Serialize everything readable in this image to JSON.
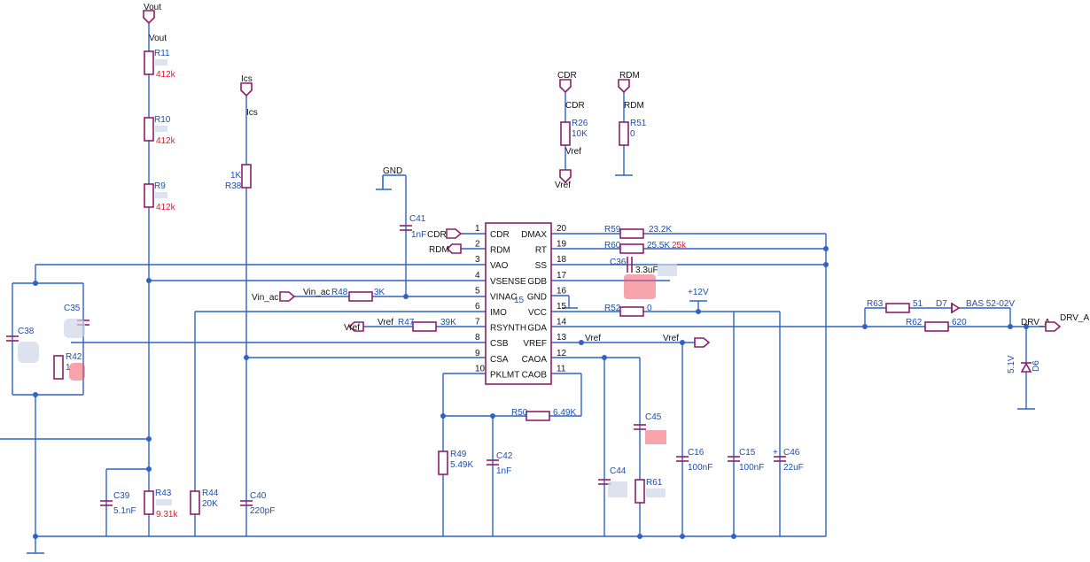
{
  "ic": {
    "left_pins": [
      {
        "num": "1",
        "name": "CDR"
      },
      {
        "num": "2",
        "name": "RDM"
      },
      {
        "num": "3",
        "name": "VAO"
      },
      {
        "num": "4",
        "name": "VSENSE"
      },
      {
        "num": "5",
        "name": "VINAC"
      },
      {
        "num": "6",
        "name": "IMO"
      },
      {
        "num": "7",
        "name": "RSYNTH"
      },
      {
        "num": "8",
        "name": "CSB"
      },
      {
        "num": "9",
        "name": "CSA"
      },
      {
        "num": "10",
        "name": "PKLMT"
      }
    ],
    "right_pins": [
      {
        "num": "20",
        "name": "DMAX"
      },
      {
        "num": "19",
        "name": "RT"
      },
      {
        "num": "18",
        "name": "SS"
      },
      {
        "num": "17",
        "name": "GDB"
      },
      {
        "num": "16",
        "name": "GND"
      },
      {
        "num": "15",
        "name": "VCC"
      },
      {
        "num": "14",
        "name": "GDA"
      },
      {
        "num": "13",
        "name": "VREF"
      },
      {
        "num": "12",
        "name": "CAOA"
      },
      {
        "num": "11",
        "name": "CAOB"
      }
    ],
    "ref": "15"
  },
  "ports": {
    "vout_top": "Vout",
    "vout_net": "Vout",
    "ics_top": "Ics",
    "ics_net": "Ics",
    "gnd": "GND",
    "cdr_top": "CDR",
    "cdr_net": "CDR",
    "vref_a": "Vref",
    "vref_b": "Vref",
    "rdm_top": "RDM",
    "rdm_net": "RDM",
    "cdr_in": "CDR",
    "rdm_in": "RDM",
    "vin_ac_port": "Vin_ac",
    "vin_ac_net": "Vin_ac",
    "vref_port": "Vref",
    "vref_net": "Vref",
    "vref_out_net": "Vref",
    "vref_out_port": "Vref",
    "plus12": "+12V",
    "drv_net": "DRV_A",
    "drv_port": "DRV_A"
  },
  "components": {
    "r11": {
      "ref": "R11",
      "val": "412k"
    },
    "r10": {
      "ref": "R10",
      "val": "412k"
    },
    "r9": {
      "ref": "R9",
      "val": "412k"
    },
    "r38": {
      "ref": "R38",
      "val": "1K"
    },
    "r26": {
      "ref": "R26",
      "val": "10K"
    },
    "r51": {
      "ref": "R51",
      "val": "0"
    },
    "c41": {
      "ref": "C41",
      "val": "1nF"
    },
    "r48": {
      "ref": "R48",
      "val": "3K"
    },
    "r47": {
      "ref": "R47",
      "val": "39K"
    },
    "r59": {
      "ref": "R59",
      "val": "23.2K"
    },
    "r60": {
      "ref": "R60",
      "val": "25.5K",
      "alt": "25k"
    },
    "c36": {
      "ref": "C36",
      "val": "3.3uF"
    },
    "r52": {
      "ref": "R52",
      "val": "0"
    },
    "r63": {
      "ref": "R63",
      "val": "51"
    },
    "d7": {
      "ref": "D7",
      "val": "BAS 52-02V"
    },
    "r62": {
      "ref": "R62",
      "val": "620"
    },
    "d6": {
      "ref": "D6",
      "val": "5.1V"
    },
    "c38": {
      "ref": "C38"
    },
    "c35": {
      "ref": "C35"
    },
    "r42": {
      "ref": "R42",
      "val": "1"
    },
    "c39": {
      "ref": "C39",
      "val": "5.1nF"
    },
    "r43": {
      "ref": "R43",
      "val": "9.31k"
    },
    "r44": {
      "ref": "R44",
      "val": "20K"
    },
    "c40": {
      "ref": "C40",
      "val": "220pF"
    },
    "r49": {
      "ref": "R49",
      "val": "5.49K"
    },
    "c42": {
      "ref": "C42",
      "val": "1nF"
    },
    "r50": {
      "ref": "R50",
      "val": "6.49K"
    },
    "c44": {
      "ref": "C44"
    },
    "c45": {
      "ref": "C45"
    },
    "r61": {
      "ref": "R61"
    },
    "c16": {
      "ref": "C16",
      "val": "100nF"
    },
    "c15": {
      "ref": "C15",
      "val": "100nF"
    },
    "c46": {
      "ref": "C46",
      "val": "22uF",
      "plus": "+"
    }
  }
}
